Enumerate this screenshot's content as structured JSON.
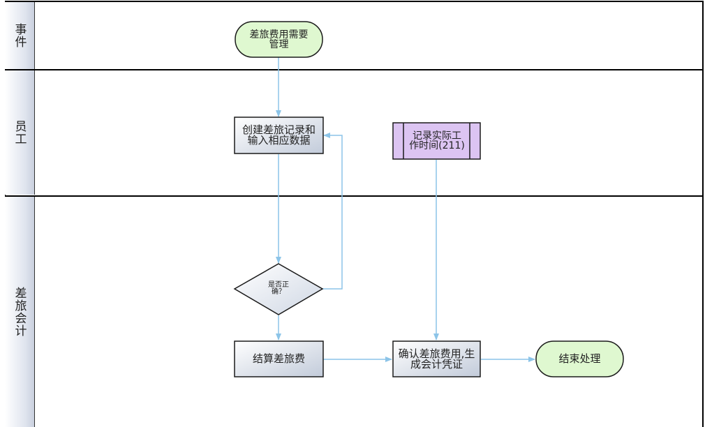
{
  "lanes": [
    {
      "id": "event",
      "label": "事件"
    },
    {
      "id": "employee",
      "label": "员工"
    },
    {
      "id": "accountant",
      "label": "差旅会计"
    }
  ],
  "nodes": {
    "start": {
      "label": "差旅费用需要管理",
      "shape": "terminator",
      "fill": "#dff8d0"
    },
    "create_record": {
      "label": "创建差旅记录和输入相应数据",
      "shape": "process",
      "fill": "#dfe6f0"
    },
    "record_time": {
      "label": "记录实际工作时间(211)",
      "shape": "predefined-process",
      "fill": "#dcc4f2"
    },
    "decision": {
      "label": "是否正确？",
      "shape": "decision",
      "fill": "#e8edf5"
    },
    "settle": {
      "label": "结算差旅费",
      "shape": "process",
      "fill": "#dfe6f0"
    },
    "confirm": {
      "label": "确认差旅费用,生成会计凭证",
      "shape": "process",
      "fill": "#dfe6f0"
    },
    "end": {
      "label": "结束处理",
      "shape": "terminator",
      "fill": "#dff8d0"
    }
  },
  "colors": {
    "connector": "#8cc4e8",
    "border": "#1a1a1a"
  }
}
